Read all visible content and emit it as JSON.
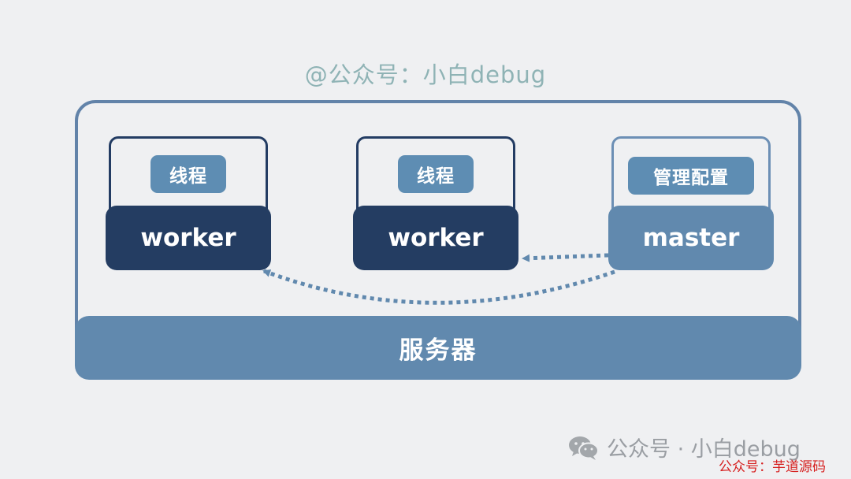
{
  "watermark_top": "@公众号：小白debug",
  "server": {
    "label": "服务器"
  },
  "nodes": [
    {
      "tag": "线程",
      "name": "worker"
    },
    {
      "tag": "线程",
      "name": "worker"
    },
    {
      "tag": "管理配置",
      "name": "master"
    }
  ],
  "footer": {
    "account": "公众号 · 小白debug",
    "sub_watermark": "公众号：芋道源码",
    "icon": "wechat-icon"
  },
  "colors": {
    "background": "#eff0f2",
    "worker": "#243d62",
    "master": "#6189ae",
    "tag": "#5e8db3",
    "frame": "#6283a9",
    "watermark": "#8fb3b5",
    "sub_watermark": "#d61f1f"
  }
}
